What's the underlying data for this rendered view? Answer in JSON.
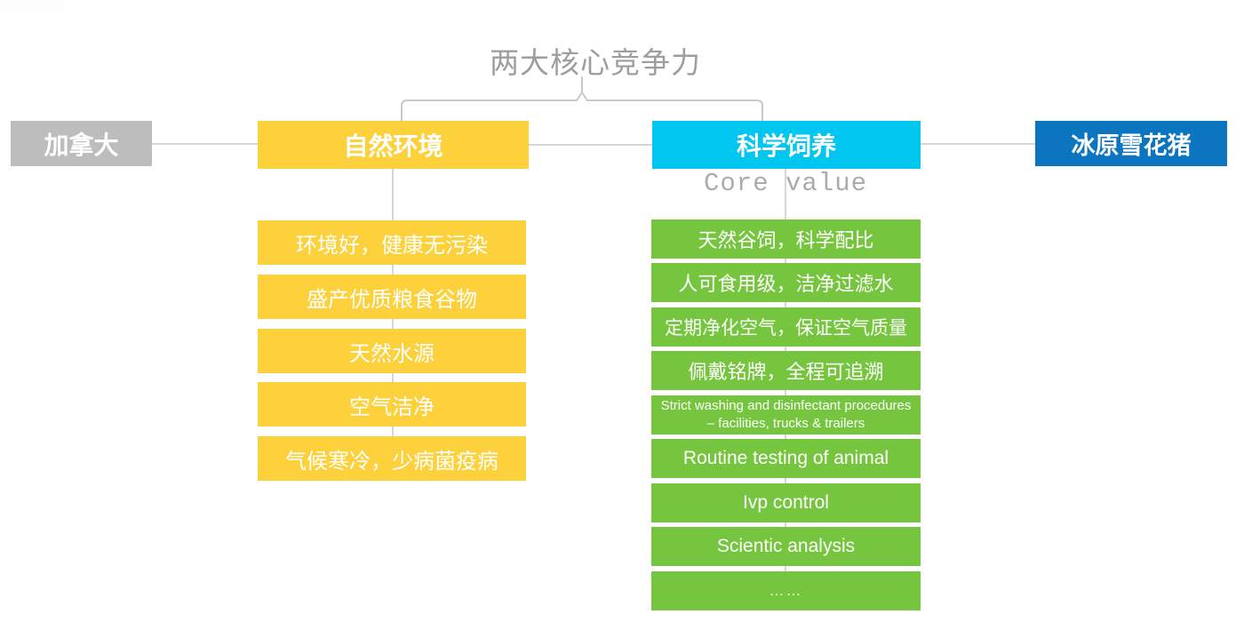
{
  "title": "两大核心竞争力",
  "core_value_label": "Core value",
  "colors": {
    "canada_gray": "#BDBDBD",
    "natural_yellow": "#FCD13B",
    "feeding_cyan": "#00C6F0",
    "feeding_item_green": "#76C53E",
    "pig_blue": "#0B75C0",
    "connector_line": "#C9C9C9",
    "title_text": "#9E9E9E",
    "core_value_text": "#ABABAB",
    "box_text": "#FFFFFF"
  },
  "nodes": {
    "canada": {
      "label": "加拿大"
    },
    "natural": {
      "label": "自然环境"
    },
    "feeding": {
      "label": "科学饲养"
    },
    "pig": {
      "label": "冰原雪花猪"
    }
  },
  "natural_items": [
    {
      "label": "环境好，健康无污染"
    },
    {
      "label": "盛产优质粮食谷物"
    },
    {
      "label": "天然水源"
    },
    {
      "label": "空气洁净"
    },
    {
      "label": "气候寒冷，少病菌疫病"
    }
  ],
  "feeding_items": [
    {
      "label": "天然谷饲，科学配比"
    },
    {
      "label": "人可食用级，洁净过滤水"
    },
    {
      "label": "定期净化空气，保证空气质量"
    },
    {
      "label": "佩戴铭牌，全程可追溯"
    },
    {
      "label": "Strict washing and disinfectant procedures – facilities, trucks & trailers"
    },
    {
      "label": "Routine testing of animal"
    },
    {
      "label": "Ivp control"
    },
    {
      "label": "Scientic analysis"
    },
    {
      "label": "……"
    }
  ]
}
